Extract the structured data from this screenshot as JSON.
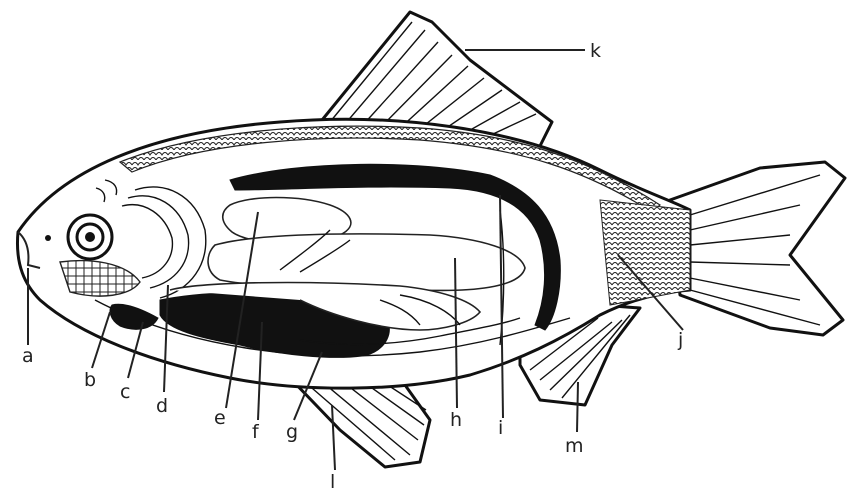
{
  "diagram": {
    "labels": {
      "a": "a",
      "b": "b",
      "c": "c",
      "d": "d",
      "e": "e",
      "f": "f",
      "g": "g",
      "h": "h",
      "i": "i",
      "j": "j",
      "k": "k",
      "l": "l",
      "m": "m"
    }
  }
}
